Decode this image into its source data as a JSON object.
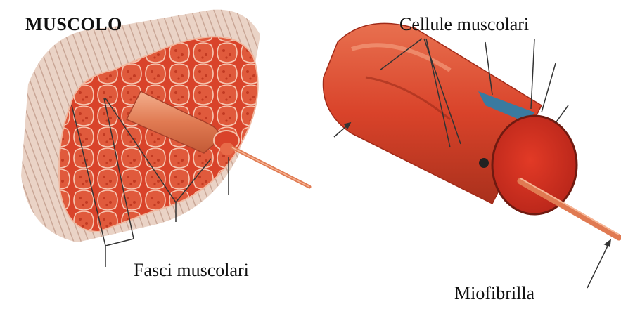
{
  "labels": {
    "title": "MUSCOLO",
    "muscle_cells": "Cellule muscolari",
    "muscle_bundles": "Fasci muscolari",
    "myofibril": "Miofibrilla"
  },
  "colors": {
    "muscle_red": "#d9432a",
    "muscle_dark": "#b52f1c",
    "sheath_pink": "#e8c8b8",
    "fiber_highlight": "#f3a07a",
    "cell_blue": "#3a7aa0",
    "leader_line": "#333333"
  }
}
